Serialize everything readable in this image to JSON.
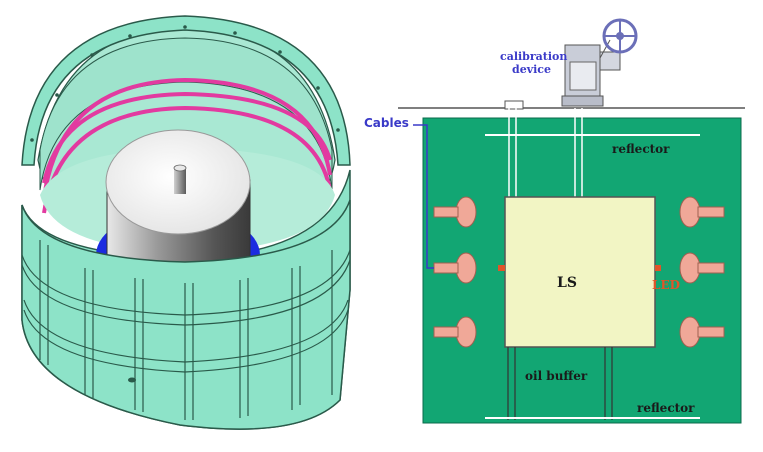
{
  "colors": {
    "vessel_green": "#12a673",
    "shell_mint": "#8de3c8",
    "shell_inner": "#a9e8d3",
    "shell_edge": "#2a5a4a",
    "pink_ring": "#e23aa0",
    "blue_ring": "#1b2be0",
    "ls_fill": "#f2f5c4",
    "pmt_fill": "#f0a898",
    "led_color": "#e0552a",
    "cable_color": "#3a3ac8",
    "reflector_color": "#ffffff",
    "device_gray": "#c9cdd8"
  },
  "labels": {
    "calibration_line1": "calibration",
    "calibration_line2": "device",
    "cables": "Cables",
    "reflector_top": "reflector",
    "reflector_bottom": "reflector",
    "ls": "LS",
    "led": "LED",
    "oil_buffer": "oil buffer"
  },
  "icons": {
    "calibration_device": "calibration-device-icon",
    "wheel": "wheel-icon"
  }
}
